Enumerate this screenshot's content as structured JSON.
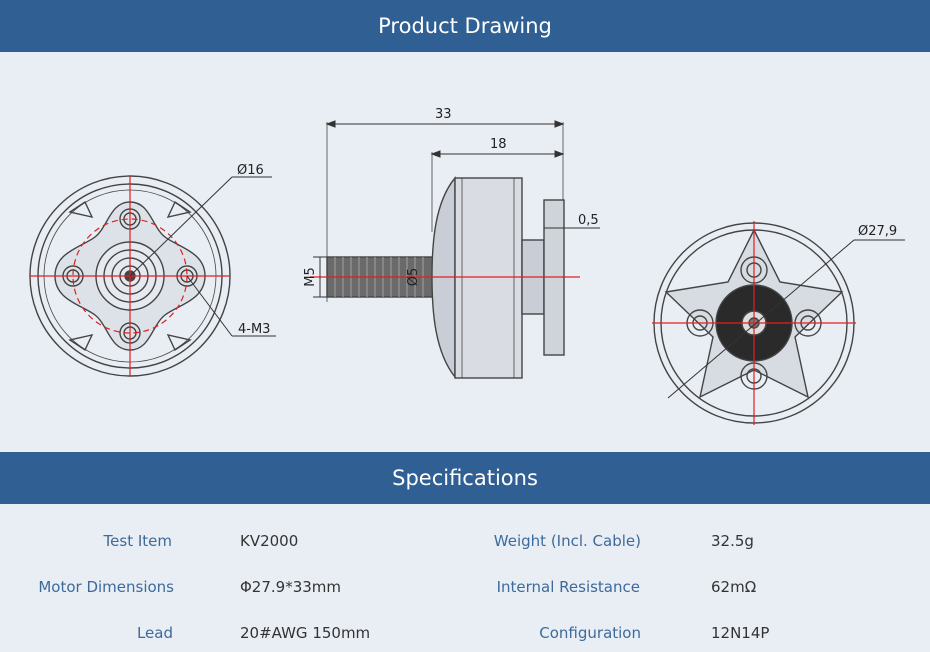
{
  "header_drawing": {
    "title": "Product Drawing"
  },
  "header_specs": {
    "title": "Specifications"
  },
  "dims": {
    "left_diameter": "Ø16",
    "left_screws": "4-M3",
    "side_total": "33",
    "side_body": "18",
    "side_gap": "0,5",
    "side_thread": "M5",
    "side_shaft": "Ø5",
    "right_diameter": "Ø27,9"
  },
  "specs": {
    "rows": [
      {
        "l1": "Test Item",
        "v1": "KV2000",
        "l2": "Weight (Incl. Cable)",
        "v2": "32.5g"
      },
      {
        "l1": "Motor Dimensions",
        "v1": "Φ27.9*33mm",
        "l2": "Internal Resistance",
        "v2": "62mΩ"
      },
      {
        "l1": "Lead",
        "v1": "20#AWG 150mm",
        "l2": "Configuration",
        "v2": "12N14P"
      }
    ]
  },
  "colors": {
    "header_bg": "#2f5f93",
    "page_bg": "#e9eef5",
    "label": "#3d6a9c",
    "centerline": "#e02020"
  }
}
